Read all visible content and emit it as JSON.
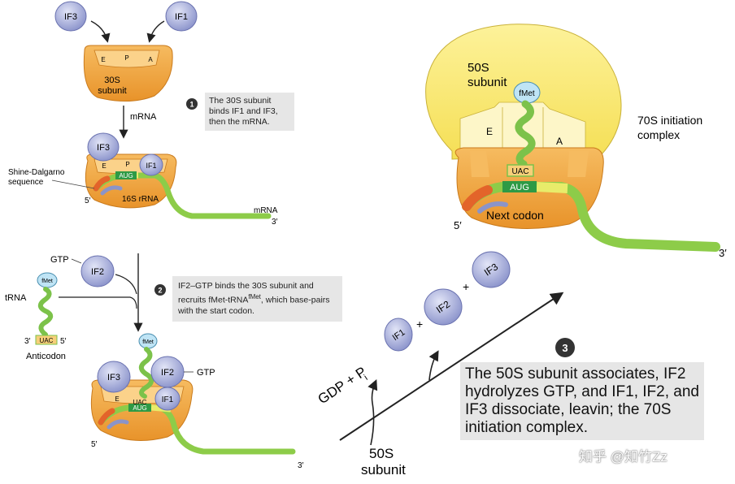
{
  "steps": {
    "step1": {
      "number": "1",
      "text": "The 30S subunit binds IF1 and IF3, then the mRNA."
    },
    "step2": {
      "number": "2",
      "text_main": "IF2–GTP binds the 30S subunit and recruits fMet-tRNA",
      "text_sup": "fMet",
      "text_tail": ", which base-pairs with the start codon."
    },
    "step3": {
      "number": "3",
      "text": "The 50S subunit associates, IF2 hydrolyzes GTP, and IF1, IF2, and IF3 dissociate, leavin; the 70S initiation complex."
    }
  },
  "labels": {
    "if1": "IF1",
    "if2": "IF2",
    "if3": "IF3",
    "gtp": "GTP",
    "gdp_pi": "GDP + P",
    "pi_sub": "i",
    "plus": "+",
    "subunit_30s_line1": "30S",
    "subunit_30s_line2": "subunit",
    "subunit_50s_line1": "50S",
    "subunit_50s_line2": "subunit",
    "site_e": "E",
    "site_p": "P",
    "site_a": "A",
    "mrna": "mRNA",
    "shine_dalgarno": "Shine-Dalgarno sequence",
    "rrna_16s": "16S rRNA",
    "aug": "AUG",
    "uac": "UAC",
    "fmet": "fMet",
    "trna": "tRNA",
    "anticodon": "Anticodon",
    "five_prime": "5′",
    "three_prime": "3′",
    "next_codon": "Next codon",
    "complex_70s_line1": "70S initiation",
    "complex_70s_line2": "complex"
  },
  "watermark": "知乎 @知竹Zz",
  "colors": {
    "subunit_30s": "#f0a43a",
    "subunit_50s": "#fbe974",
    "factor_blue": "#a9b0de",
    "mrna_green": "#8dcc49",
    "aug_green": "#2e9a45",
    "trna_green": "#7cc24a",
    "sd_orange": "#e3642a",
    "fmet_blue": "#bfe4f5",
    "note_gray": "#e6e6e6"
  }
}
